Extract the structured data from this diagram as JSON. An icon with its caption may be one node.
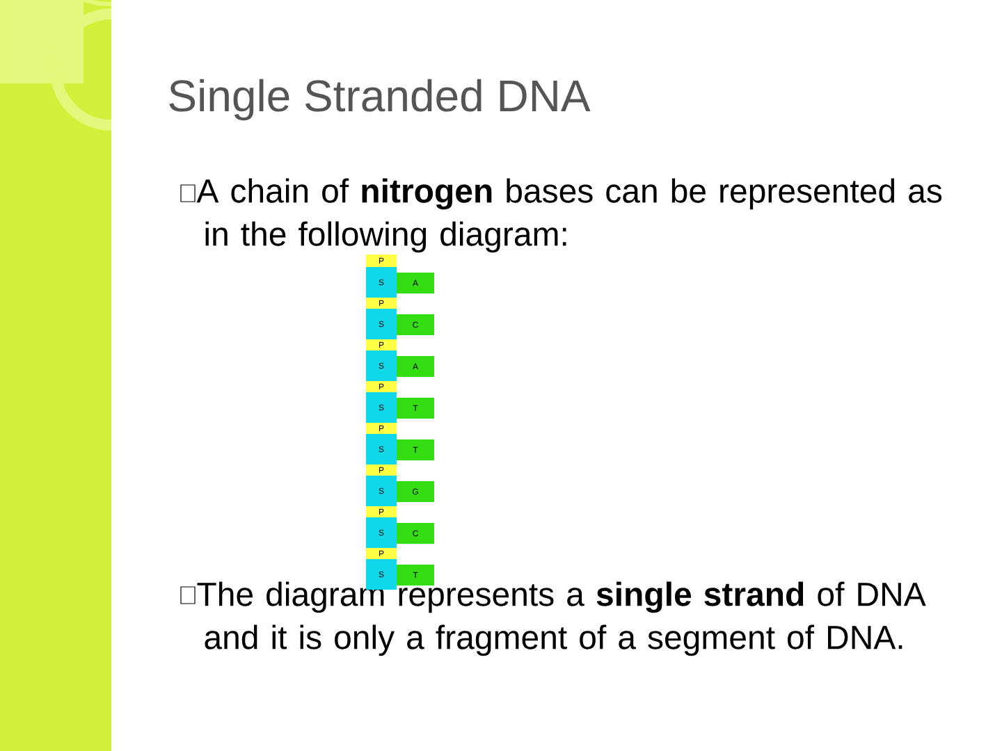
{
  "diagram": {
    "title": "Single Stranded DNA",
    "nodes": [
      {
        "text": [
          "P"
        ]
      },
      {
        "text": [
          "S"
        ]
      },
      {
        "text": [
          "A"
        ]
      },
      {
        "text": [
          "P"
        ]
      },
      {
        "text": [
          "S"
        ]
      },
      {
        "text": [
          "C"
        ]
      },
      {
        "text": [
          "P"
        ]
      },
      {
        "text": [
          "S"
        ]
      },
      {
        "text": [
          "A"
        ]
      },
      {
        "text": [
          "P"
        ]
      },
      {
        "text": [
          "S"
        ]
      },
      {
        "text": [
          "T"
        ]
      },
      {
        "text": [
          "P"
        ]
      },
      {
        "text": [
          "S"
        ]
      },
      {
        "text": [
          "T"
        ]
      },
      {
        "text": [
          "P"
        ]
      },
      {
        "text": [
          "S"
        ]
      },
      {
        "text": [
          "G"
        ]
      },
      {
        "text": [
          "P"
        ]
      },
      {
        "text": [
          "S"
        ]
      },
      {
        "text": [
          "C"
        ]
      },
      {
        "text": [
          "P"
        ]
      },
      {
        "text": [
          "S"
        ]
      },
      {
        "text": [
          "T"
        ]
      }
    ],
    "labels": [
      "A chain of **nitrogen** bases can be represented as in the following diagram:",
      "The diagram represents a **single strand** of DNA and it is only a fragment of a segment of DNA."
    ]
  }
}
